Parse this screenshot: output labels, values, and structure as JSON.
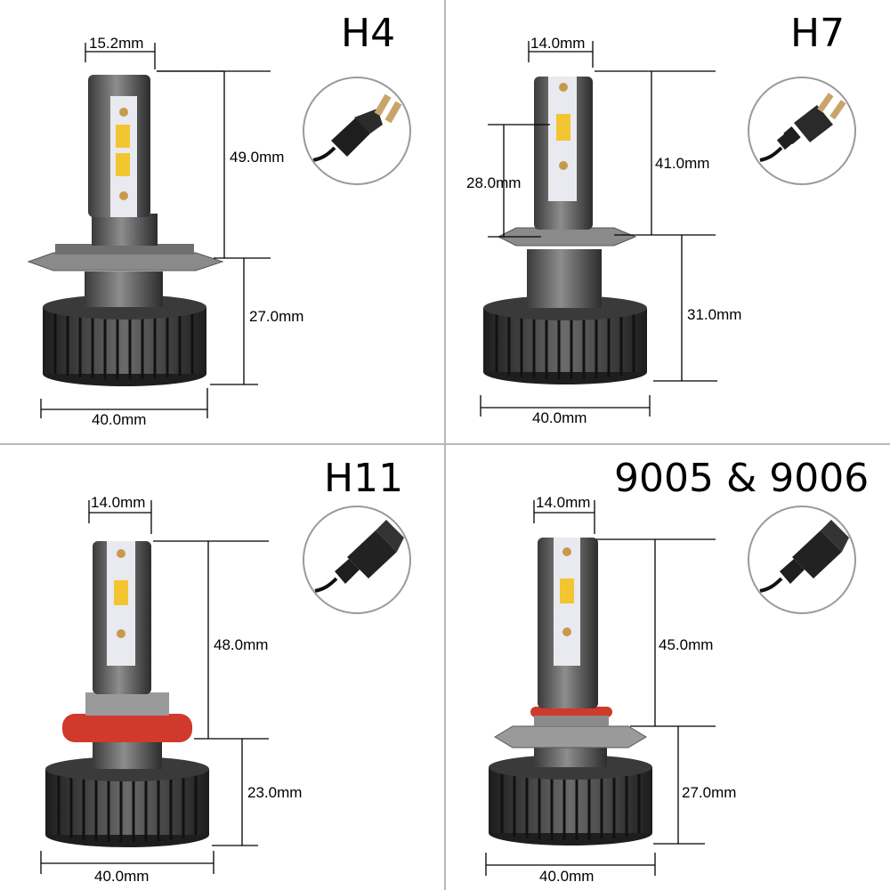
{
  "panels": [
    {
      "type": "H4",
      "dims": {
        "chip_width": "15.2mm",
        "upper_height": "49.0mm",
        "lower_height": "27.0mm",
        "base_width": "40.0mm"
      },
      "connector_icon": "h4-connector-icon"
    },
    {
      "type": "H7",
      "dims": {
        "chip_width": "14.0mm",
        "upper_height": "41.0mm",
        "lower_height": "31.0mm",
        "base_width": "40.0mm",
        "chip_height": "28.0mm"
      },
      "connector_icon": "h7-connector-icon"
    },
    {
      "type": "H11",
      "dims": {
        "chip_width": "14.0mm",
        "upper_height": "48.0mm",
        "lower_height": "23.0mm",
        "base_width": "40.0mm"
      },
      "connector_icon": "h11-connector-icon"
    },
    {
      "type": "9005 & 9006",
      "dims": {
        "chip_width": "14.0mm",
        "upper_height": "45.0mm",
        "lower_height": "27.0mm",
        "base_width": "40.0mm"
      },
      "connector_icon": "9005-connector-icon"
    }
  ],
  "colors": {
    "divider": "#b8b8b8",
    "seal_ring": "#d0392b",
    "led_chip": "#f2c531",
    "heatsink": "#2b2b2b"
  }
}
